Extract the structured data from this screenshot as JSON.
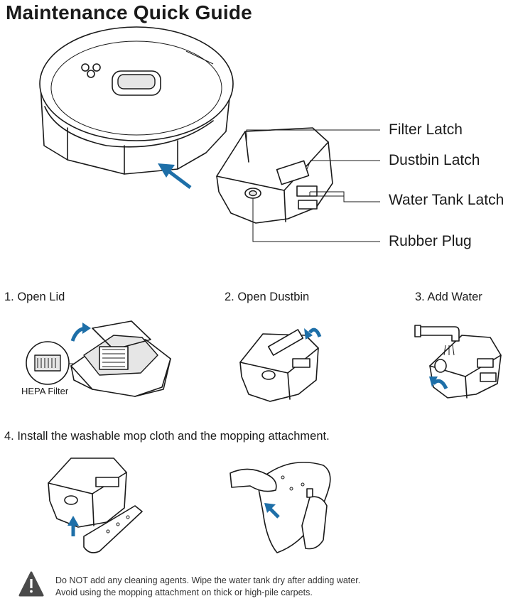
{
  "title": "Maintenance Quick Guide",
  "callouts": {
    "filter_latch": "Filter Latch",
    "dustbin_latch": "Dustbin Latch",
    "water_tank_latch": "Water Tank Latch",
    "rubber_plug": "Rubber Plug"
  },
  "steps": {
    "step1": "1. Open Lid",
    "step1_sub": "HEPA Filter",
    "step2": "2. Open Dustbin",
    "step3": "3. Add Water",
    "step4": "4. Install the washable mop cloth and the mopping attachment."
  },
  "warning": {
    "icon": "warning-triangle-icon",
    "line1": "Do NOT add any cleaning agents. Wipe the water tank dry after adding water.",
    "line2": "Avoid using the mopping attachment on thick or high-pile carpets."
  },
  "colors": {
    "accent": "#1e6fa8",
    "warning_icon": "#4a4a4a"
  }
}
